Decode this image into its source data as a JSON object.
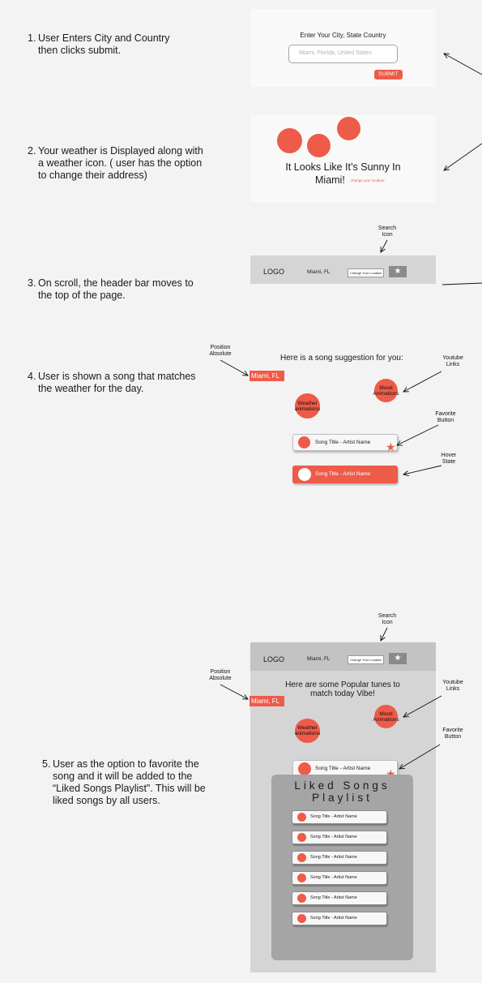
{
  "steps": [
    {
      "num": "1.",
      "lines": [
        "User Enters City and Country",
        "then clicks submit."
      ]
    },
    {
      "num": "2.",
      "lines": [
        "Your weather is Displayed along with",
        "a weather icon. ( user has the option",
        "to change their address)"
      ]
    },
    {
      "num": "3.",
      "lines": [
        "On scroll, the header bar moves to",
        "the top of the page."
      ]
    },
    {
      "num": "4.",
      "lines": [
        "User is shown a song that matches",
        "the weather for the day."
      ]
    },
    {
      "num": "5.",
      "lines": [
        "User as the option to favorite the",
        "song and it will be added to the",
        "“Liked Songs Playlist”. This will be",
        "liked songs by all users."
      ]
    }
  ],
  "form_panel": {
    "prompt": "Enter Your City, State Country",
    "input_placeholder": "Miami, Florida, United States",
    "submit_label": "SUBMIT"
  },
  "weather_panel": {
    "line1": "It Looks Like It’s Sunny In",
    "line2": "Miami!",
    "change_link": "change your location"
  },
  "header_bar": {
    "logo": "LOGO",
    "city": "Miami, FL",
    "change_button": "Change Your Location",
    "search_icon": "star-icon"
  },
  "annotations": {
    "search_icon": [
      "Search",
      "Icon"
    ],
    "position_absolute": [
      "Position",
      "Absolute"
    ],
    "youtube_links": [
      "Youtube",
      "Links"
    ],
    "favorite_button": [
      "Favorite",
      "Button"
    ],
    "hover_state": [
      "Hover",
      "State"
    ]
  },
  "song_section": {
    "heading": "Here is a song suggestion for you:",
    "city_tag": "Miami, FL",
    "mood": [
      "Mood",
      "Animations"
    ],
    "weather": [
      "Weather",
      "animations"
    ],
    "song_label": "Song Title - Artist Name",
    "hover_label": "Song Title - Artist Name"
  },
  "popular_section": {
    "heading_line1": "Here are some Popular tunes to",
    "heading_line2": "match today Vibe!",
    "city_tag": "Miami, FL",
    "mood": [
      "Mood",
      "Animations"
    ],
    "weather": [
      "Weather",
      "animations"
    ],
    "song_label": "Song Title - Artist Name"
  },
  "playlist": {
    "title_line1": "Liked Songs",
    "title_line2": "Playlist",
    "items": [
      "Song Title - Artist Name",
      "Song Title - Artist Name",
      "Song Title - Artist Name",
      "Song Title - Artist Name",
      "Song Title - Artist Name",
      "Song Title - Artist Name"
    ]
  },
  "colors": {
    "accent": "#ee5b49",
    "page_bg": "#f3f3f3",
    "panel_bg": "#f9f9f9",
    "header_bg": "#d5d5d5",
    "playlist_bg": "#a5a5a5"
  }
}
